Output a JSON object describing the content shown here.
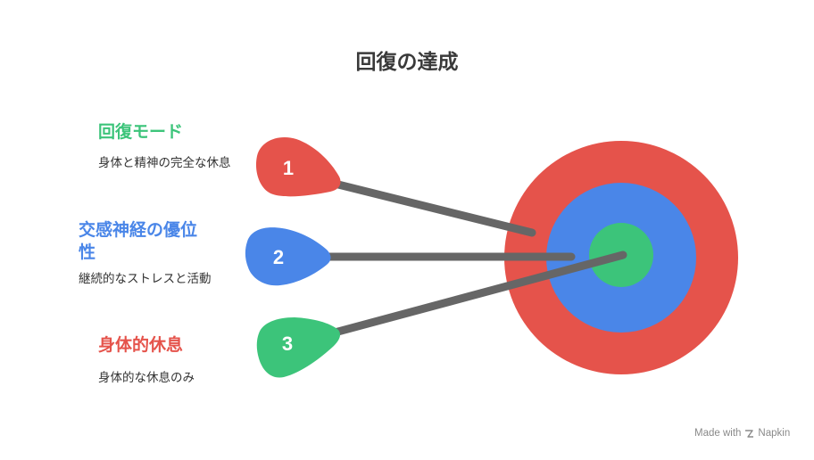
{
  "title": "回復の達成",
  "items": [
    {
      "number": "1",
      "title": "回復モード",
      "desc": "身体と精神の完全な休息",
      "color": "#3cc47a"
    },
    {
      "number": "2",
      "title": "交感神経の優位性",
      "desc": "継続的なストレスと活動",
      "color": "#4a86e8"
    },
    {
      "number": "3",
      "title": "身体的休息",
      "desc": "身体的な休息のみ",
      "color": "#e5534b"
    }
  ],
  "picks": [
    {
      "number": "1",
      "color": "#e5534b"
    },
    {
      "number": "2",
      "color": "#4a86e8"
    },
    {
      "number": "3",
      "color": "#3cc47a"
    }
  ],
  "target": {
    "outer_color": "#e5534b",
    "middle_color": "#4a86e8",
    "inner_color": "#3cc47a"
  },
  "footer": {
    "made_with": "Made with",
    "brand": "Napkin"
  }
}
